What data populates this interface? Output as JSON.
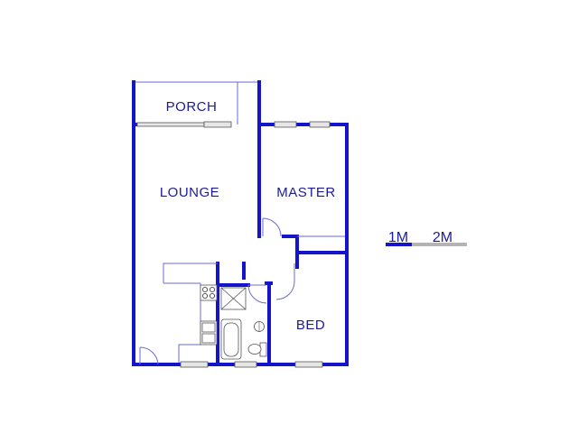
{
  "rooms": {
    "porch": "PORCH",
    "lounge": "LOUNGE",
    "master": "MASTER",
    "bed": "BED"
  },
  "scale": {
    "mark1": "1M",
    "mark2": "2M"
  },
  "colors": {
    "wall": "#1414c8",
    "label": "#1a1a9a",
    "scale_grey": "#b4b4b4"
  }
}
